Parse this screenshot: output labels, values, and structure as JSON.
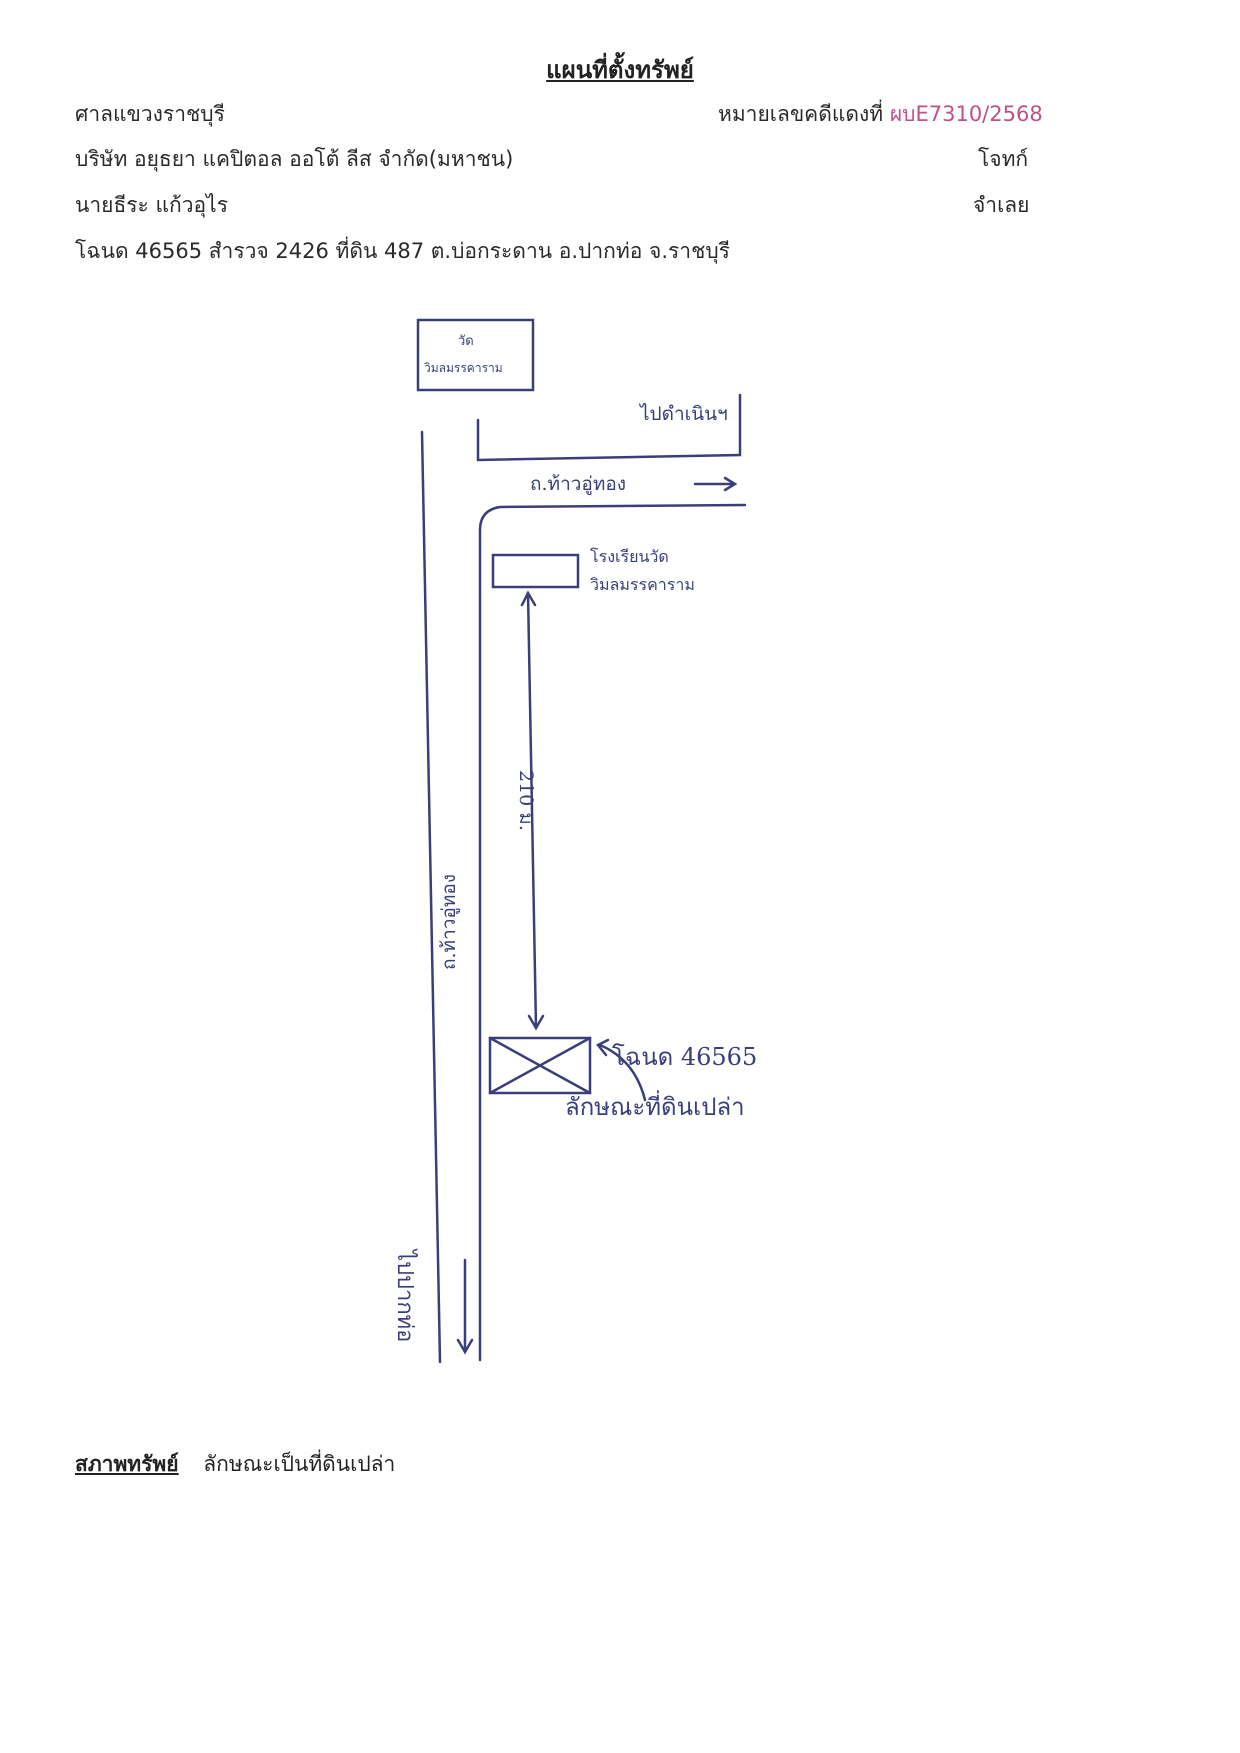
{
  "header": {
    "title": "แผนที่ตั้งทรัพย์",
    "court": "ศาลแขวงราชบุรี",
    "case_label": "หมายเลขคดีแดงที่",
    "case_number": "ผบE7310/2568",
    "plaintiff_name": "บริษัท อยุธยา แคปิตอล ออโต้ ลีส จำกัด(มหาชน)",
    "plaintiff_role": "โจทก์",
    "defendant_name": "นายธีระ แก้วอุไร",
    "defendant_role": "จำเลย",
    "deed_info": "โฉนด 46565 สำรวจ 2426 ที่ดิน 487 ต.บ่อกระดาน อ.ปากท่อ จ.ราชบุรี"
  },
  "map": {
    "temple_label_1": "วัด",
    "temple_label_2": "วิมลมรรคาราม",
    "direction_top": "ไปดำเนินฯ",
    "road_top": "ถ.ท้าวอู่ทอง",
    "school_label_1": "โรงเรียนวัด",
    "school_label_2": "วิมลมรรคาราม",
    "distance": "210 ม.",
    "road_main": "ถ.ท้าวอู่ทอง",
    "deed_label": "โฉนด 46565",
    "land_label": "ลักษณะที่ดินเปล่า",
    "direction_bottom": "ไปปากท่อ",
    "ink_color": "#3a3f7a"
  },
  "condition": {
    "label": "สภาพทรัพย์",
    "text": "ลักษณะเป็นที่ดินเปล่า"
  }
}
